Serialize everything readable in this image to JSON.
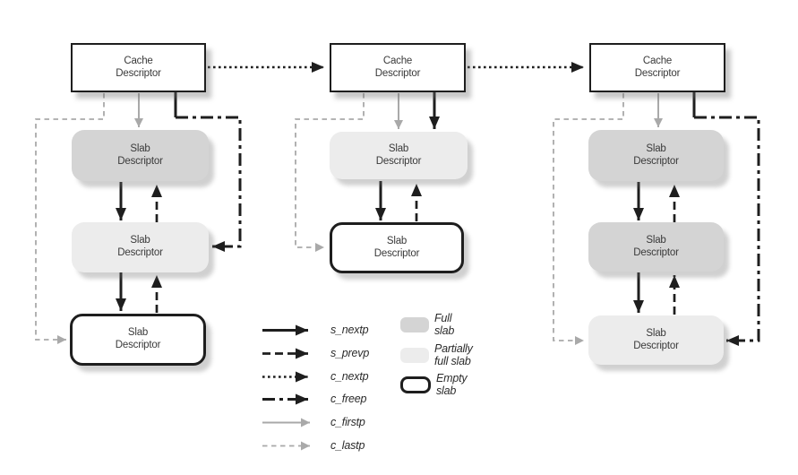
{
  "colors": {
    "full_slab": "#d4d4d4",
    "partial_slab": "#ececec",
    "empty_slab": "#ffffff",
    "line_dark": "#1e1e1e",
    "line_gray": "#a9a9a9",
    "text": "#3a3a3a"
  },
  "boxes": {
    "cache": {
      "line1": "Cache",
      "line2": "Descriptor"
    },
    "slab": {
      "line1": "Slab",
      "line2": "Descriptor"
    }
  },
  "columns": [
    {
      "slabs": [
        {
          "state": "full"
        },
        {
          "state": "partial"
        },
        {
          "state": "empty"
        }
      ]
    },
    {
      "slabs": [
        {
          "state": "partial"
        },
        {
          "state": "empty"
        }
      ]
    },
    {
      "slabs": [
        {
          "state": "full"
        },
        {
          "state": "full"
        },
        {
          "state": "partial"
        }
      ]
    }
  ],
  "legend": {
    "arrows": [
      {
        "label": "s_nextp",
        "style": "solid-dark"
      },
      {
        "label": "s_prevp",
        "style": "dashed-dark"
      },
      {
        "label": "c_nextp",
        "style": "dotted-dark"
      },
      {
        "label": "c_freep",
        "style": "dashdot-dark"
      },
      {
        "label": "c_firstp",
        "style": "solid-gray"
      },
      {
        "label": "c_lastp",
        "style": "dashed-gray"
      }
    ],
    "swatches": [
      {
        "label": "Full slab",
        "state": "full"
      },
      {
        "label": "Partially full slab",
        "state": "partial"
      },
      {
        "label": "Empty slab",
        "state": "empty"
      }
    ]
  }
}
